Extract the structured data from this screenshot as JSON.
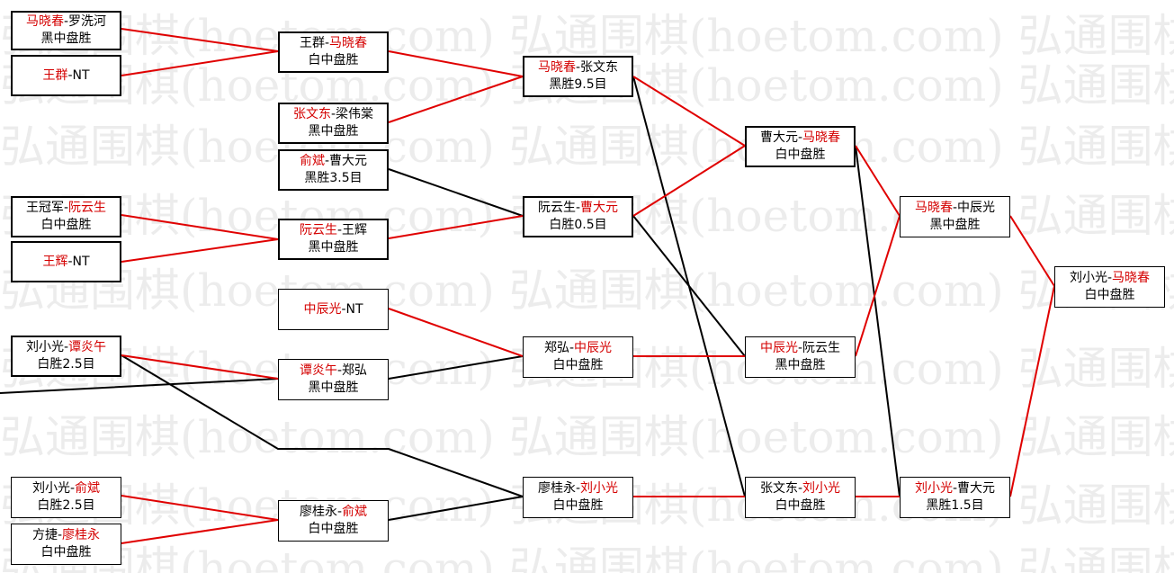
{
  "watermark": "弘通围棋(hoetom.com) 弘通围棋(hoetom.com) 弘通围棋(hoetom.com)",
  "colors": {
    "winner": "#d40000",
    "line_red": "#e00000",
    "line_black": "#000000"
  },
  "matches": {
    "m1": {
      "p1": "马晓春",
      "sep": "-",
      "p2": "罗洗河",
      "result": "黑中盘胜"
    },
    "m2": {
      "p1": "王群",
      "sep": "-",
      "p2": "NT"
    },
    "m3": {
      "p1": "王冠军",
      "sep": "-",
      "p2": "阮云生",
      "result": "白中盘胜"
    },
    "m4": {
      "p1": "王辉",
      "sep": "-",
      "p2": "NT"
    },
    "m5": {
      "p1": "刘小光",
      "sep": "-",
      "p2": "谭炎午",
      "result": "白胜2.5目"
    },
    "m6": {
      "p1": "刘小光",
      "sep": "-",
      "p2": "俞斌",
      "result": "白胜2.5目"
    },
    "m7": {
      "p1": "方捷",
      "sep": "-",
      "p2": "廖桂永",
      "result": "白中盘胜"
    },
    "m8": {
      "p1": "王群",
      "sep": "-",
      "p2": "马晓春",
      "result": "白中盘胜"
    },
    "m9": {
      "p1": "张文东",
      "sep": "-",
      "p2": "梁伟棠",
      "result": "黑中盘胜"
    },
    "m10": {
      "p1": "俞斌",
      "sep": "-",
      "p2": "曹大元",
      "result": "黑胜3.5目"
    },
    "m11": {
      "p1": "阮云生",
      "sep": "-",
      "p2": "王辉",
      "result": "黑中盘胜"
    },
    "m12": {
      "p1": "中辰光",
      "sep": "-",
      "p2": "NT"
    },
    "m13": {
      "p1": "谭炎午",
      "sep": "-",
      "p2": "郑弘",
      "result": "黑中盘胜"
    },
    "m14": {
      "p1": "廖桂永",
      "sep": "-",
      "p2": "俞斌",
      "result": "白中盘胜"
    },
    "m15": {
      "p1": "马晓春",
      "sep": "-",
      "p2": "张文东",
      "result": "黑胜9.5目"
    },
    "m16": {
      "p1": "阮云生",
      "sep": "-",
      "p2": "曹大元",
      "result": "白胜0.5目"
    },
    "m17": {
      "p1": "郑弘",
      "sep": "-",
      "p2": "中辰光",
      "result": "白中盘胜"
    },
    "m18": {
      "p1": "廖桂永",
      "sep": "-",
      "p2": "刘小光",
      "result": "白中盘胜"
    },
    "m19": {
      "p1": "曹大元",
      "sep": "-",
      "p2": "马晓春",
      "result": "白中盘胜"
    },
    "m20": {
      "p1": "中辰光",
      "sep": "-",
      "p2": "阮云生",
      "result": "黑中盘胜"
    },
    "m21": {
      "p1": "张文东",
      "sep": "-",
      "p2": "刘小光",
      "result": "白中盘胜"
    },
    "m22": {
      "p1": "马晓春",
      "sep": "-",
      "p2": "中辰光",
      "result": "黑中盘胜"
    },
    "m23": {
      "p1": "刘小光",
      "sep": "-",
      "p2": "曹大元",
      "result": "黑胜1.5目"
    },
    "m24": {
      "p1": "刘小光",
      "sep": "-",
      "p2": "马晓春",
      "result": "白中盘胜"
    }
  }
}
